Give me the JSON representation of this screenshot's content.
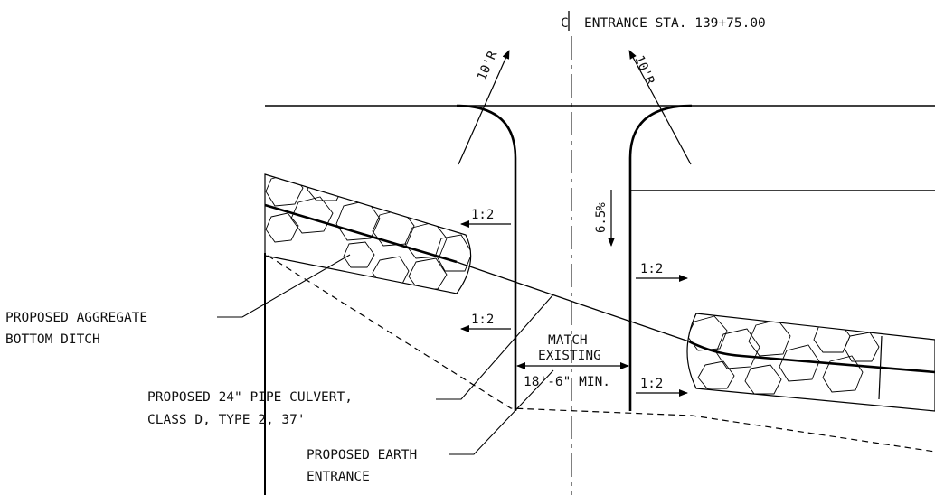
{
  "labels": {
    "entrance_station": "ENTRANCE STA. 139+75.00",
    "radius_left": "10'R",
    "radius_right": "10'R",
    "grade": "6.5%",
    "slope_1": "1:2",
    "slope_2": "1:2",
    "slope_3": "1:2",
    "slope_4": "1:2",
    "match_existing_1": "MATCH",
    "match_existing_2": "EXISTING",
    "min_width": "18'-6\" MIN.",
    "aggregate_ditch_1": "PROPOSED AGGREGATE",
    "aggregate_ditch_2": "BOTTOM DITCH",
    "culvert_1": "PROPOSED 24\" PIPE CULVERT,",
    "culvert_2": "CLASS D, TYPE 2, 37'",
    "earth_entrance_1": "PROPOSED EARTH",
    "earth_entrance_2": "ENTRANCE"
  },
  "colors": {
    "line": "#000000",
    "background": "#ffffff"
  }
}
